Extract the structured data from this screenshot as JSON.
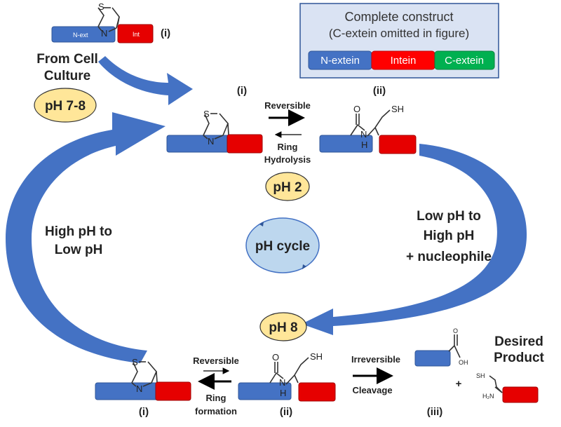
{
  "legend": {
    "title": "Complete construct",
    "subtitle": "(C-extein omitted in figure)",
    "segments": [
      "N-extein",
      "Intein",
      "C-extein"
    ]
  },
  "top_left": {
    "label": "(i)",
    "n_ext": "N-ext",
    "int": "Int",
    "source_line1": "From Cell",
    "source_line2": "Culture",
    "ph": "pH 7-8"
  },
  "top_equilibrium": {
    "left_label": "(i)",
    "right_label": "(ii)",
    "forward": "Reversible",
    "reverse_line1": "Ring",
    "reverse_line2": "Hydrolysis",
    "ph": "pH 2"
  },
  "cycle": {
    "center": "pH cycle",
    "left_line1": "High pH to",
    "left_line2": "Low pH",
    "right_line1": "Low pH to",
    "right_line2": "High pH",
    "right_line3": "+ nucleophile",
    "ph_bottom": "pH 8"
  },
  "bottom": {
    "label_i": "(i)",
    "label_ii": "(ii)",
    "label_iii": "(iii)",
    "rev": "Reversible",
    "ring1": "Ring",
    "ring2": "formation",
    "irrev": "Irreversible",
    "cleavage": "Cleavage",
    "plus": "+",
    "product_line1": "Desired",
    "product_line2": "Product"
  },
  "atoms": {
    "S": "S",
    "N": "N",
    "O": "O",
    "H": "H",
    "SH": "SH",
    "OH": "OH",
    "H2N": "H₂N"
  },
  "colors": {
    "blue": "#4472c4",
    "red": "#e60000",
    "green": "#00b050",
    "arrow": "#4472c4",
    "ph_fill": "#ffe699",
    "cycle_fill": "#bdd7ee",
    "legend_bg": "#dae3f3"
  }
}
